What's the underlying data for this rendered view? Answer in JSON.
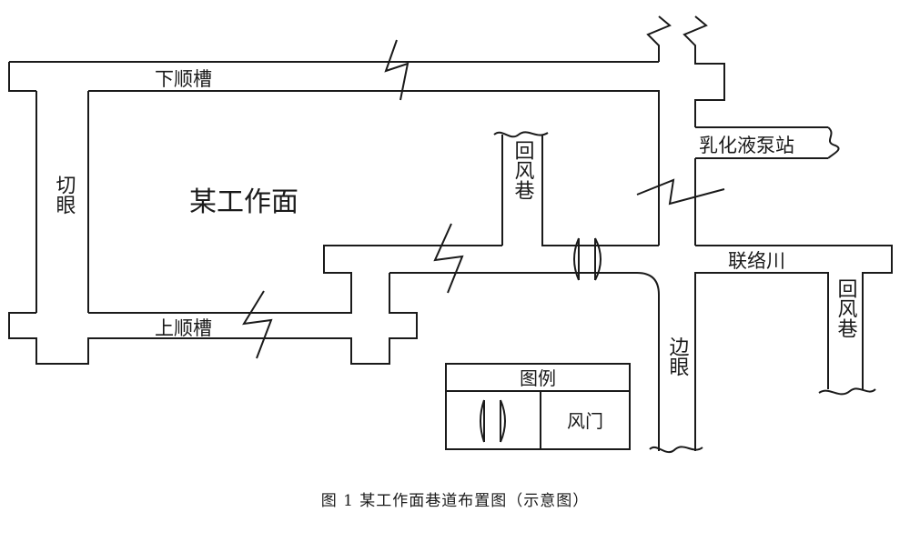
{
  "labels": {
    "upper_trough": "下顺槽",
    "lower_trough": "上顺槽",
    "cut_eye": "切眼",
    "work_face": "某工作面",
    "return_air_1": "回风巷",
    "return_air_2": "回风巷",
    "emulsion_pump": "乳化液泵站",
    "connection": "联络川",
    "side_eye": "边眼"
  },
  "legend": {
    "title": "图例",
    "symbol_label": "风门"
  },
  "caption": "图 1 某工作面巷道布置图（示意图）"
}
